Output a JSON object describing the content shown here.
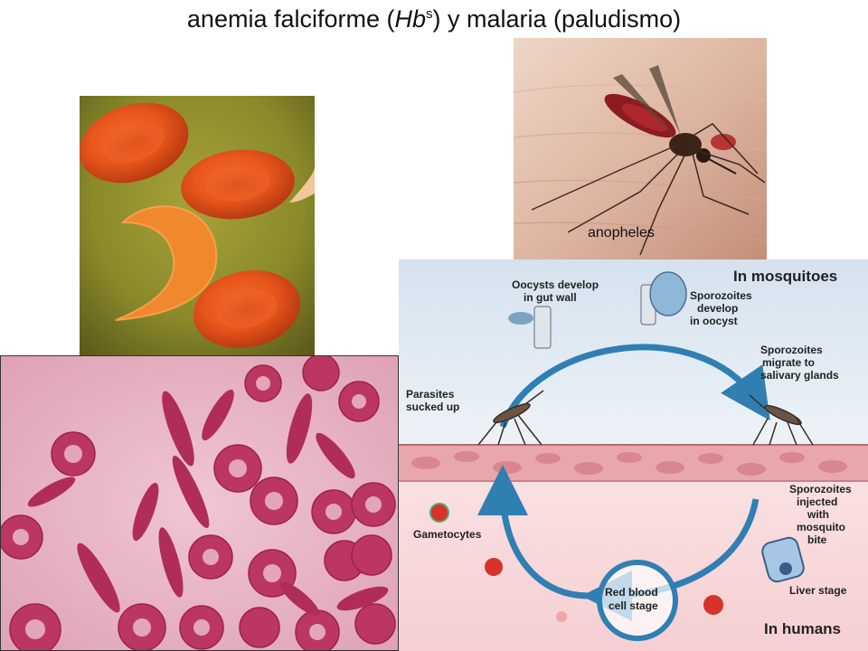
{
  "slide": {
    "title_pre": "anemia falciforme (",
    "title_hb": "Hb",
    "title_sup": "s",
    "title_post": ") y malaria (paludismo)"
  },
  "mosquito_photo": {
    "caption": "anopheles"
  },
  "lifecycle": {
    "heading_top": "In mosquitoes",
    "heading_bottom": "In humans",
    "oocysts": [
      "Oocysts develop",
      "in gut wall"
    ],
    "sporozoites_develop": [
      "Sporozoites",
      "develop",
      "in oocyst"
    ],
    "sporozoites_migrate": [
      "Sporozoites",
      "migrate to",
      "salivary glands"
    ],
    "parasites": [
      "Parasites",
      "sucked up"
    ],
    "sporozoites_injected": [
      "Sporozoites",
      "injected",
      "with",
      "mosquito",
      "bite"
    ],
    "gametocytes": "Gametocytes",
    "red_blood": [
      "Red blood",
      "cell stage"
    ],
    "liver": "Liver stage"
  },
  "colors": {
    "arrow_blue": "#2f7fb3",
    "sem_background": "#8a8a2a",
    "rbc_orange": "#e8561c",
    "smear_background": "#e9b7c6",
    "smear_cell": "#b8305c"
  }
}
